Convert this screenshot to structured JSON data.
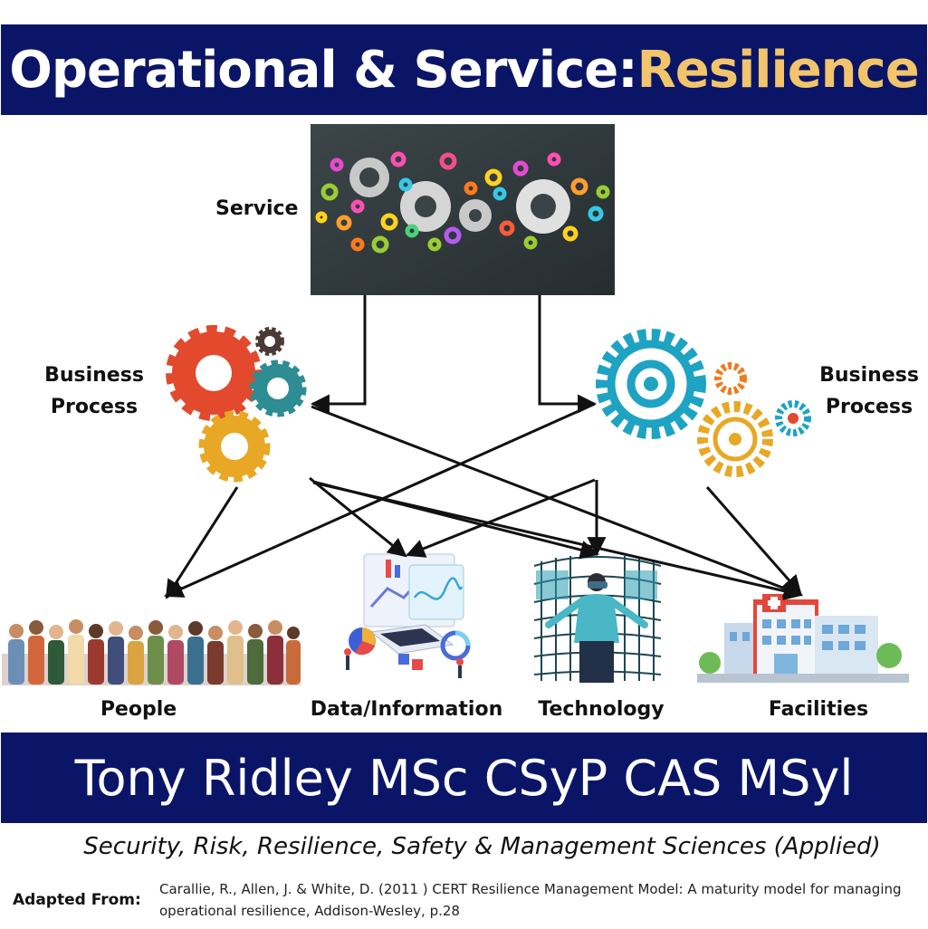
{
  "title": {
    "main": "Operational & Service: ",
    "accent": "Resilience"
  },
  "nodes": {
    "service": "Service",
    "business_process_left": [
      "Business",
      "Process"
    ],
    "business_process_right": [
      "Business",
      "Process"
    ],
    "people": "People",
    "data_information": "Data/Information",
    "technology": "Technology",
    "facilities": "Facilities"
  },
  "author": "Tony Ridley MSc CSyP CAS MSyl",
  "subtitle": "Security, Risk, Resilience, Safety & Management Sciences (Applied)",
  "source": {
    "label": "Adapted From:",
    "citation": "Carallie, R., Allen, J. & White, D. (2011 ) CERT Resilience Management Model: A maturity model for managing operational resilience, Addison-Wesley, p.28"
  },
  "colors": {
    "band": "#0b1567",
    "accent": "#f2c46b",
    "gear_red": "#e2492d",
    "gear_teal": "#2e8c93",
    "gear_yellow": "#e8a825",
    "gear_brown": "#4a3934",
    "gear_blue": "#1ea3c3",
    "gear_orange": "#f07a1e"
  }
}
